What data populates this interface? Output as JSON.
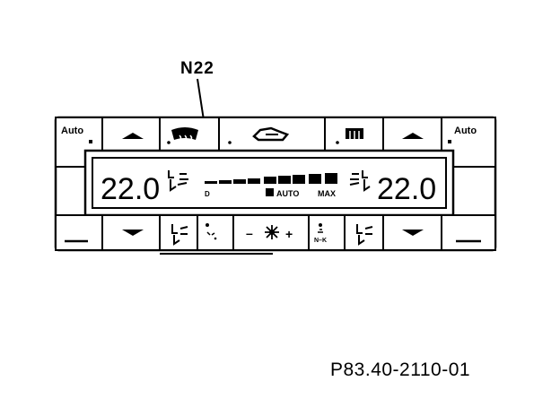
{
  "callout": {
    "label": "N22"
  },
  "figure": {
    "code": "P83.40-2110-01"
  },
  "panel": {
    "auto_left": "Auto",
    "auto_right": "Auto",
    "display": {
      "temp_left": "22.0",
      "temp_right": "22.0",
      "auto_text": "AUTO",
      "max_text": "MAX",
      "small_d": "D"
    },
    "fan_minus": "–",
    "fan_plus": "+",
    "recirc_label": "N–K"
  },
  "colors": {
    "ink": "#000000",
    "paper": "#ffffff"
  }
}
